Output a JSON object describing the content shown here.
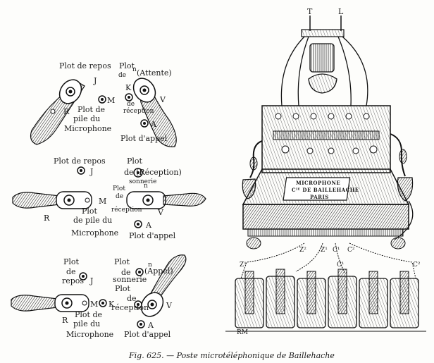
{
  "caption": "Fig. 625. — Poste microtéléphonique de Baillehache",
  "signature": "RM",
  "panel_top": {
    "plot_repos": "Plot de repos",
    "letter_J": "J",
    "plot_de": "Plot",
    "de": "de",
    "n": "n",
    "attente": "(Attente)",
    "letter_M": "M",
    "letter_K": "K",
    "letter_V": "V",
    "letter_R": "R",
    "plot_de_pile": "Plot de",
    "pile_du": "pile du",
    "microphone": "Microphone",
    "de_reception_1": "de",
    "de_reception_2": "réception",
    "letter_A": "A",
    "plot_appel": "Plot d'appel"
  },
  "panel_mid": {
    "plot_repos": "Plot de repos",
    "letter_J": "J",
    "plot": "Plot",
    "de_reception": "de   (Réception)",
    "sonnerie": "sonnerie",
    "plot_n": "Plot",
    "n": "n",
    "de": "de",
    "reception": "réception",
    "letter_M": "M",
    "letter_R": "R",
    "letter_V": "V",
    "plot_de": "Plot",
    "pile_du": "de pile du",
    "microphone": "Microphone",
    "letter_A": "A",
    "plot_appel": "Plot d'appel"
  },
  "panel_bottom": {
    "plot": "Plot",
    "de": "de",
    "repos": "repos",
    "letter_J": "J",
    "plot_de_appel": "Plot",
    "de_n": "de",
    "n": "n",
    "appel": "(Appel)",
    "sonnerie": "sonnerie",
    "plot_b": "Plot",
    "de_b": "de",
    "reception": "réception",
    "letter_M": "M",
    "letter_K": "K",
    "letter_R": "R",
    "plot_de_pile": "Plot de",
    "pile_du": "pile du",
    "microphone": "Microphone",
    "letter_V": "V",
    "letter_A": "A",
    "plot_appel": "Plot d'appel"
  },
  "apparatus": {
    "terminal_T": "T",
    "terminal_L": "L",
    "plate_line1": "MICROPHONE",
    "plate_line2": "Cᴵᴱ DE BAILLEHACHE",
    "plate_line3": "PARIS",
    "z2": "Z²",
    "z1_top": "Z¹",
    "c1_top": "C¹",
    "c2_top": "C²",
    "z1_left": "Z¹",
    "c1_mid": "C¹",
    "c2_right": "C²"
  }
}
